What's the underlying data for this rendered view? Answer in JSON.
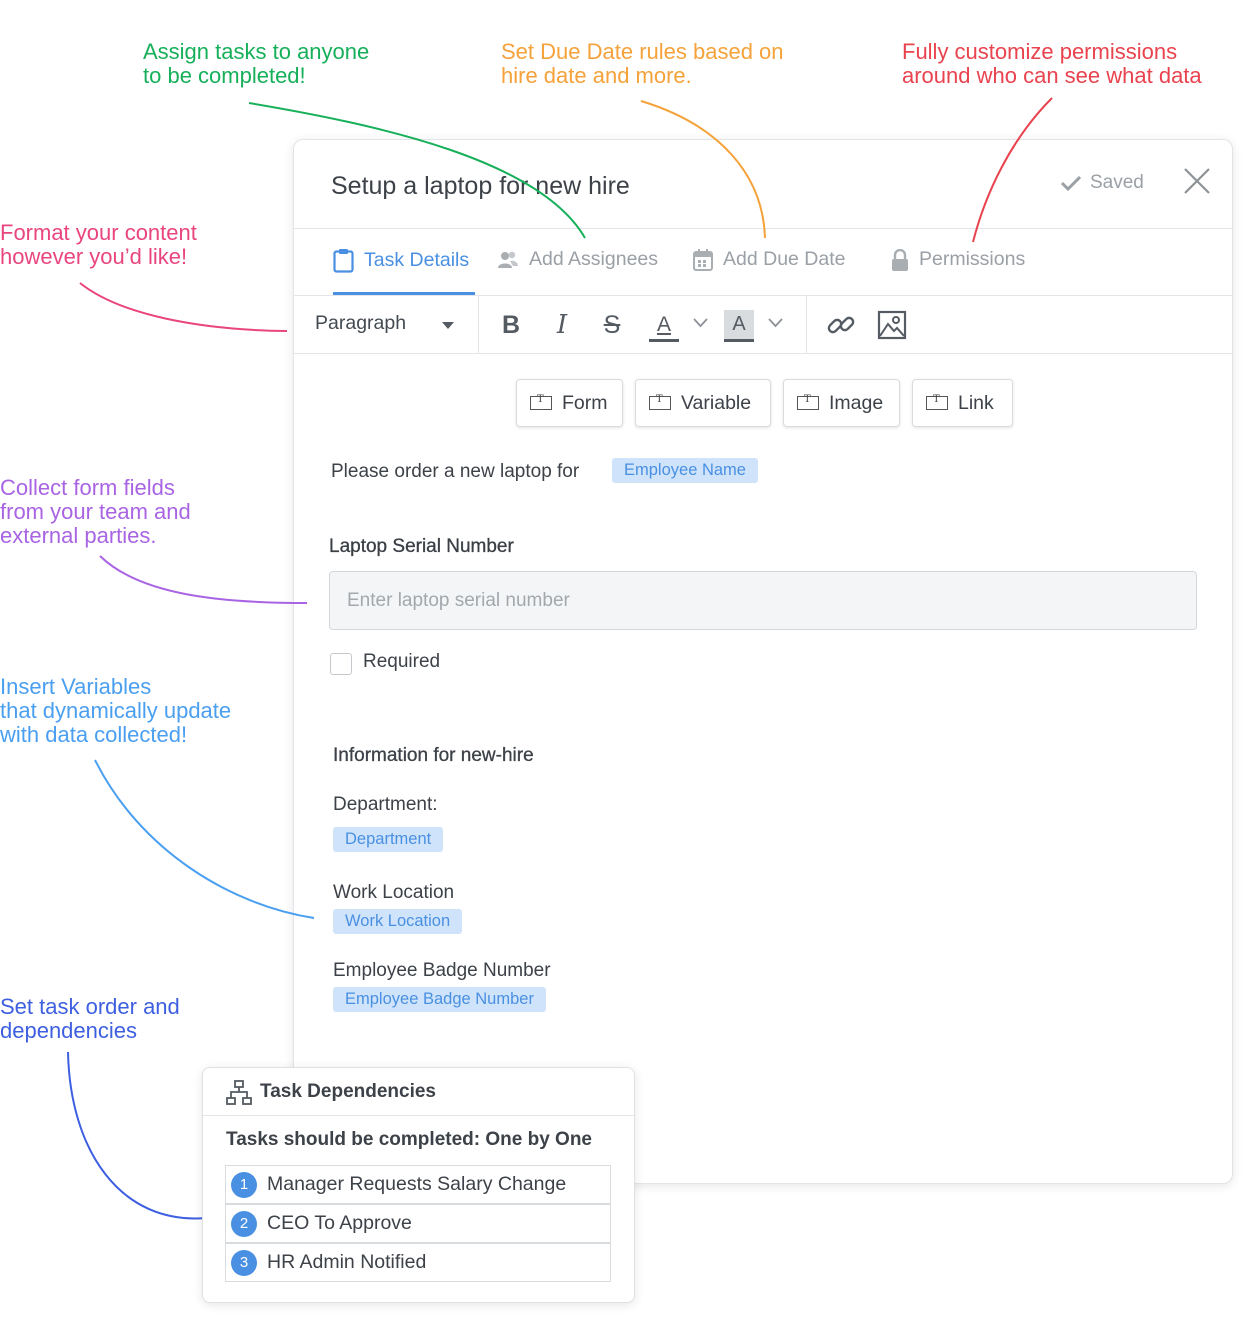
{
  "annotations": [
    {
      "text": "Assign tasks to anyone\nto be completed!",
      "color": "#17b05a"
    },
    {
      "text": "Set Due Date rules based on\nhire date and more.",
      "color": "#f5a23a"
    },
    {
      "text": "Fully customize permissions\naround who can see what data",
      "color": "#e8434e"
    },
    {
      "text": "Format your content\nhowever you’d like!",
      "color": "#e9457f"
    },
    {
      "text": "Collect form fields\nfrom your team and\nexternal parties.",
      "color": "#a964e3"
    },
    {
      "text": "Insert Variables\nthat dynamically update\nwith data collected!",
      "color": "#4a9ff0"
    },
    {
      "text": "Set task order and\ndependencies",
      "color": "#3d5fe0"
    }
  ],
  "task": {
    "title": "Setup a laptop for new hire",
    "saved_label": "Saved",
    "tabs": [
      {
        "label": "Task Details",
        "icon": "clipboard-icon",
        "active": true
      },
      {
        "label": "Add Assignees",
        "icon": "users-icon",
        "active": false
      },
      {
        "label": "Add Due Date",
        "icon": "calendar-icon",
        "active": false
      },
      {
        "label": "Permissions",
        "icon": "lock-icon",
        "active": false
      }
    ],
    "toolbar": {
      "paragraph_label": "Paragraph",
      "buttons": [
        "bold-icon",
        "italic-icon",
        "strikethrough-icon",
        "text-color-icon",
        "highlight-icon",
        "link-icon",
        "image-icon"
      ],
      "bold": "B",
      "italic": "I",
      "strike": "S",
      "color_a": "A",
      "bg_a": "A"
    },
    "insert_buttons": [
      "Form",
      "Variable",
      "Image",
      "Link"
    ],
    "content": {
      "intro": "Please order a new laptop for",
      "intro_variable": "Employee Name",
      "field_label": "Laptop Serial Number",
      "field_placeholder": "Enter laptop serial number",
      "required_label": "Required",
      "info_heading": "Information for new-hire",
      "dept_label": "Department:",
      "dept_variable": "Department",
      "loc_label": "Work Location",
      "loc_variable": "Work Location",
      "badge_label": "Employee Badge Number",
      "badge_variable": "Employee Badge Number"
    }
  },
  "dependencies": {
    "title": "Task Dependencies",
    "subtitle": "Tasks should be completed: One by One",
    "items": [
      {
        "num": "1",
        "label": "Manager Requests Salary Change"
      },
      {
        "num": "2",
        "label": "CEO To Approve"
      },
      {
        "num": "3",
        "label": "HR Admin Notified"
      }
    ]
  },
  "colors": {
    "accent": "#4a90e2",
    "chip_bg": "#cfe4fb"
  }
}
